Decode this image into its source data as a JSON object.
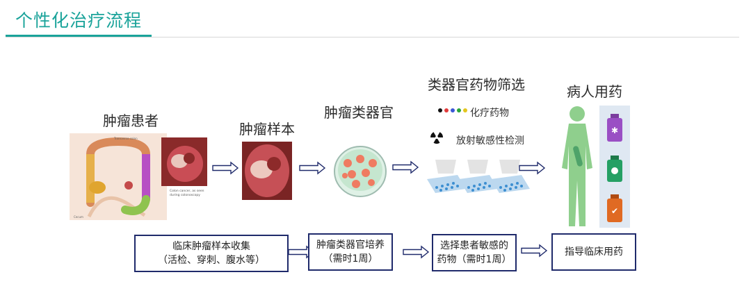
{
  "header": {
    "title": "个性化治疗流程"
  },
  "stages": {
    "patient": "肿瘤患者",
    "sample": "肿瘤样本",
    "organoid": "肿瘤类器官",
    "screening": "类器官药物筛选",
    "medication": "病人用药"
  },
  "screening_items": {
    "chemo": "化疗药物",
    "radio": "放射敏感性检测"
  },
  "steps": [
    {
      "line1": "临床肿瘤样本收集",
      "line2": "（活检、穿刺、腹水等）"
    },
    {
      "line1": "肿瘤类器官培养",
      "line2": "（需时1周）"
    },
    {
      "line1": "选择患者敏感的",
      "line2": "药物（需时1周）"
    },
    {
      "line1": "指导临床用药"
    }
  ],
  "colors": {
    "accent": "#1aa39a",
    "box_border": "#1f2a6b",
    "arrow": "#1f2a6b"
  }
}
